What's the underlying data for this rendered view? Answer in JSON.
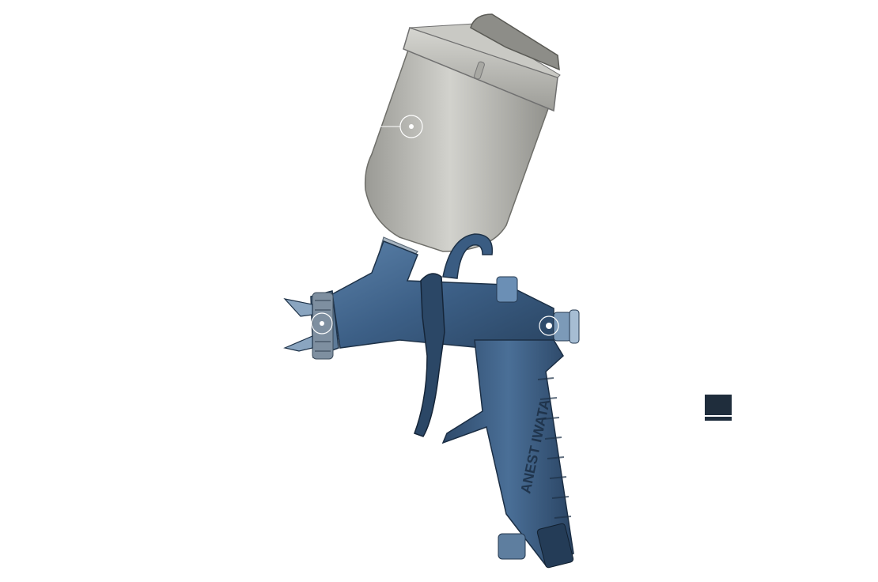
{
  "product": {
    "brand_text": "ANEST IWATA",
    "colors": {
      "body": "#3c5f86",
      "body_dark": "#243c57",
      "body_light": "#7fa3c9",
      "cup": "#bfbfba",
      "cup_dark": "#8e8e89",
      "swatch": "#1f2d3c"
    }
  },
  "hotspots": [
    {
      "name": "cup-hotspot",
      "target": "paint-cup"
    },
    {
      "name": "air-cap-hotspot",
      "target": "air-cap"
    },
    {
      "name": "adjustment-knob-hotspot",
      "target": "spray-adjustment-knob"
    }
  ],
  "icons": {
    "hotspot_icon": "circle-dot-icon",
    "swatch_icon": "square-swatch-icon"
  }
}
